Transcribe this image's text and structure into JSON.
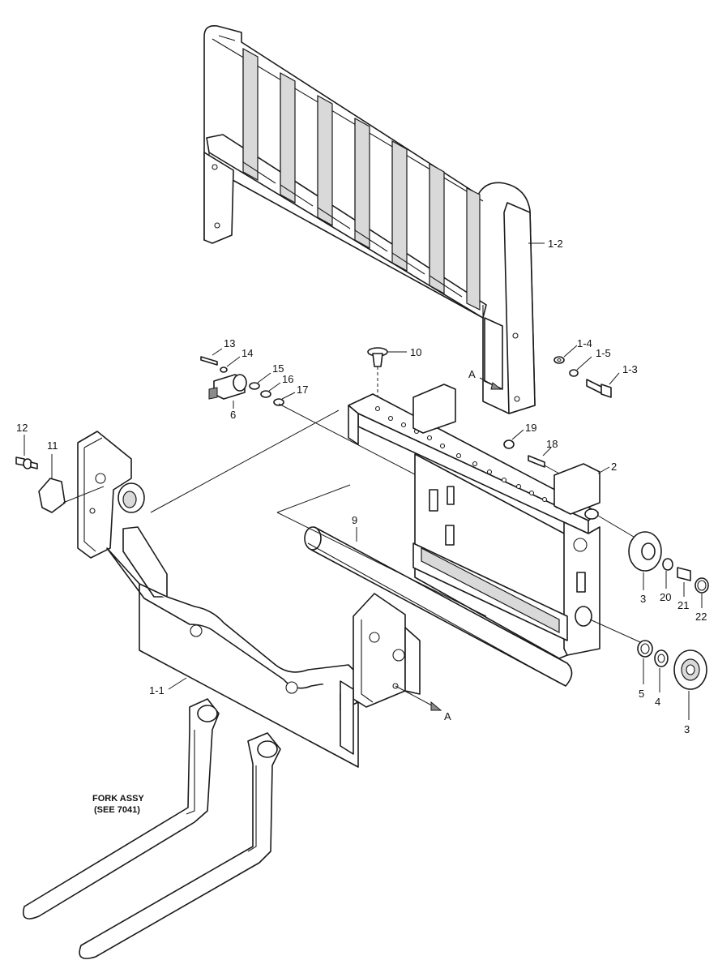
{
  "labels": {
    "p1_1": "1-1",
    "p1_2": "1-2",
    "p1_3": "1-3",
    "p1_4": "1-4",
    "p1_5": "1-5",
    "p2": "2",
    "p3a": "3",
    "p3b": "3",
    "p4": "4",
    "p5": "5",
    "p6": "6",
    "p9": "9",
    "p10": "10",
    "p11": "11",
    "p12": "12",
    "p13": "13",
    "p14": "14",
    "p15": "15",
    "p16": "16",
    "p17": "17",
    "p18": "18",
    "p19": "19",
    "p20": "20",
    "p21": "21",
    "p22": "22",
    "viewA1": "A",
    "viewA2": "A"
  },
  "fork_note": {
    "line1": "FORK ASSY",
    "line2": "(SEE 7041)"
  }
}
